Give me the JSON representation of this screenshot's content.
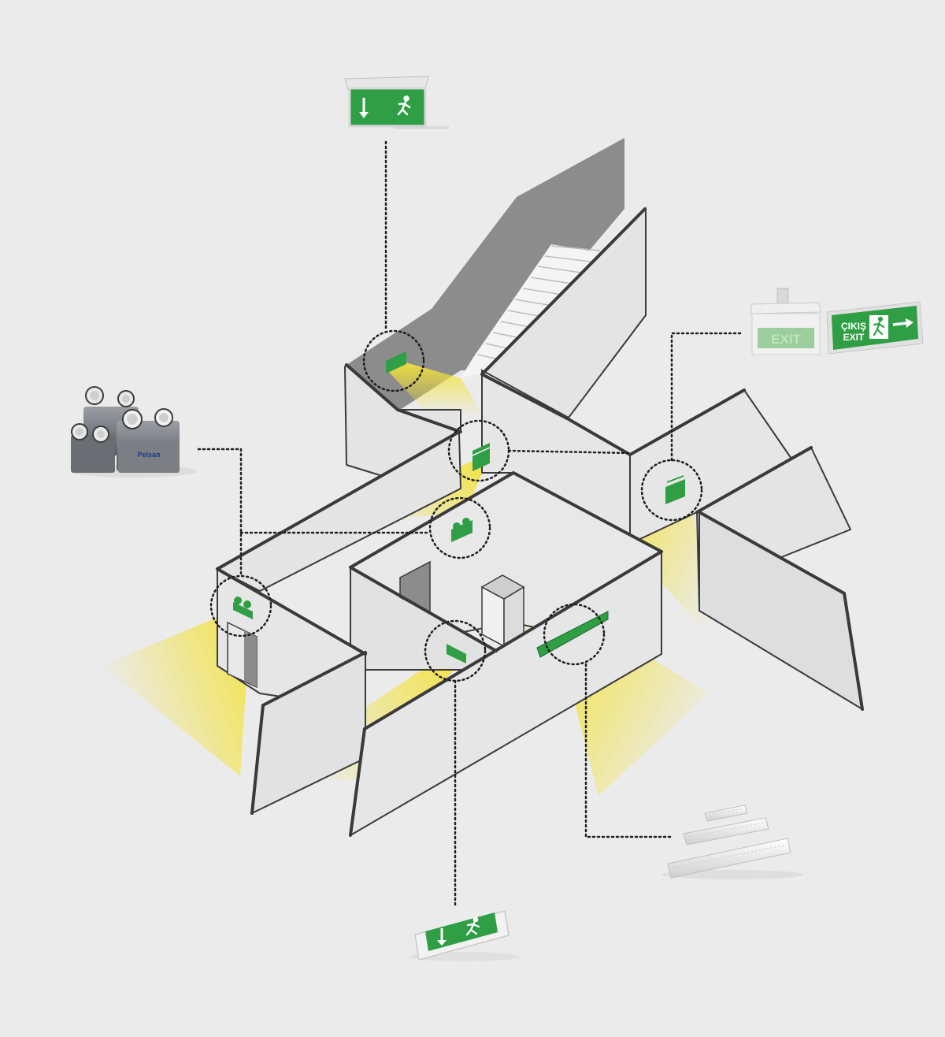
{
  "colors": {
    "background": "#ebebeb",
    "wall_face": "#e2e2e2",
    "wall_edge": "#3a3a3a",
    "stair_shadow": "#8c8c8c",
    "sign_green": "#2f9e44",
    "light_beam": "#f3e23a",
    "leader": "#1f1f1f"
  },
  "products": {
    "twin_spot_units": {
      "icon": "twin-spot-emergency-light-icon",
      "brand_label": "Pelsan"
    },
    "ceiling_exit_sign": {
      "icon": "ceiling-exit-sign-icon",
      "symbols": [
        "down-arrow",
        "running-man"
      ]
    },
    "exit_sign_pair": {
      "icon": "exit-sign-pair-icon",
      "unlit_label": "EXIT",
      "label_line1": "ÇIKIŞ",
      "label_line2": "EXIT",
      "symbols": [
        "running-man",
        "right-arrow"
      ]
    },
    "led_emergency_bars": {
      "icon": "led-emergency-bar-icon",
      "count": 3
    },
    "wall_exit_sign": {
      "icon": "wall-exit-sign-icon",
      "symbols": [
        "down-arrow",
        "running-man"
      ]
    }
  },
  "placements": [
    "stair-landing-sign",
    "corridor-junction-sign",
    "right-corridor-sign",
    "inner-room-twin-spot",
    "left-wall-twin-spot",
    "front-wall-sign",
    "front-wall-led-bar"
  ]
}
